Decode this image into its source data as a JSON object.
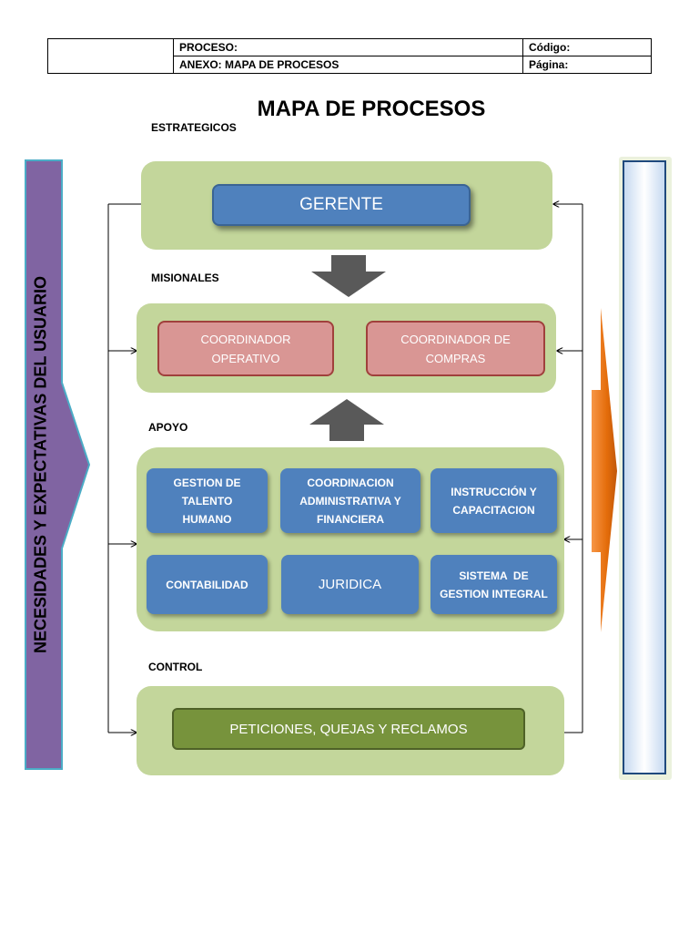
{
  "header": {
    "proceso_label": "PROCESO:",
    "anexo_label": "ANEXO: MAPA DE PROCESOS",
    "codigo_label": "Código:",
    "pagina_label": "Página:"
  },
  "title": "MAPA DE PROCESOS",
  "sections": {
    "estrategicos": {
      "label": "ESTRATEGICOS",
      "items": [
        "GERENTE"
      ]
    },
    "misionales": {
      "label": "MISIONALES",
      "items": [
        {
          "line1": "COORDINADOR",
          "line2": "OPERATIVO"
        },
        {
          "line1": "COORDINADOR DE",
          "line2": "COMPRAS"
        }
      ]
    },
    "apoyo": {
      "label": "APOYO",
      "items": [
        {
          "lines": [
            "GESTION DE",
            "TALENTO",
            "HUMANO"
          ]
        },
        {
          "lines": [
            "COORDINACION",
            "ADMINISTRATIVA Y",
            "FINANCIERA"
          ]
        },
        {
          "lines": [
            "INSTRUCCIÓN Y",
            "CAPACITACION"
          ]
        },
        {
          "lines": [
            "CONTABILIDAD"
          ]
        },
        {
          "lines": [
            "JURIDICA"
          ]
        },
        {
          "lines": [
            "SISTEMA  DE",
            "GESTION INTEGRAL"
          ]
        }
      ]
    },
    "control": {
      "label": "CONTROL",
      "items": [
        "PETICIONES, QUEJAS Y RECLAMOS"
      ]
    }
  },
  "left_banner": "NECESIDADES Y EXPECTATIVAS DEL USUARIO",
  "colors": {
    "panel": "#c3d69b",
    "blue_box": "#4f81bd",
    "pink_box": "#d99694",
    "green_box": "#77933c",
    "left_banner": "#8064a2",
    "right_banner": "#dbe5f1",
    "orange_arrow": "#e46c0a",
    "grey_arrow": "#595959"
  }
}
